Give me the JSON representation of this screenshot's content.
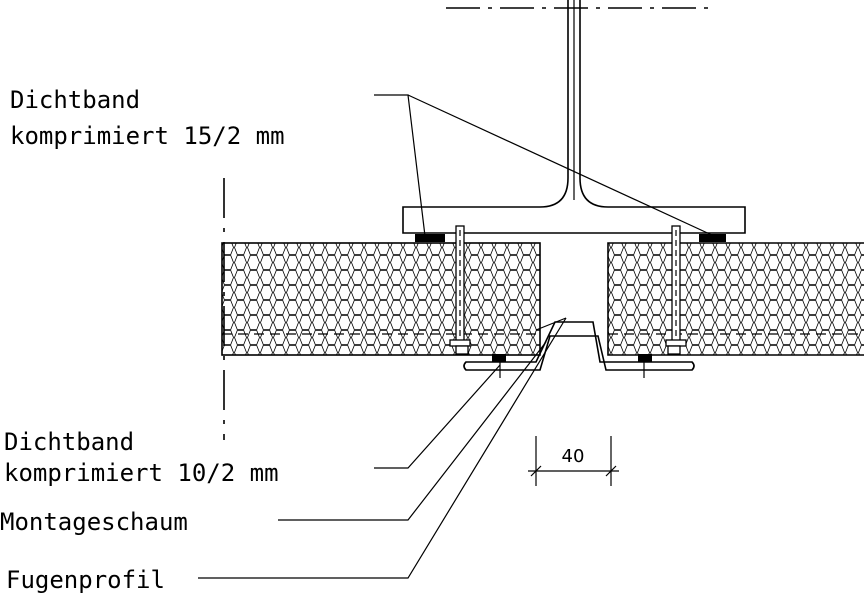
{
  "labels": {
    "dichtband_top_line1": "Dichtband",
    "dichtband_top_line2": "komprimiert 15/2 mm",
    "dichtband_bottom_line1": "Dichtband",
    "dichtband_bottom_line2": "komprimiert 10/2 mm",
    "montageschaum": "Montageschaum",
    "fugenprofil": "Fugenprofil"
  },
  "dimension": {
    "gap_width": "40"
  },
  "colors": {
    "line": "#000000",
    "background": "#ffffff"
  }
}
